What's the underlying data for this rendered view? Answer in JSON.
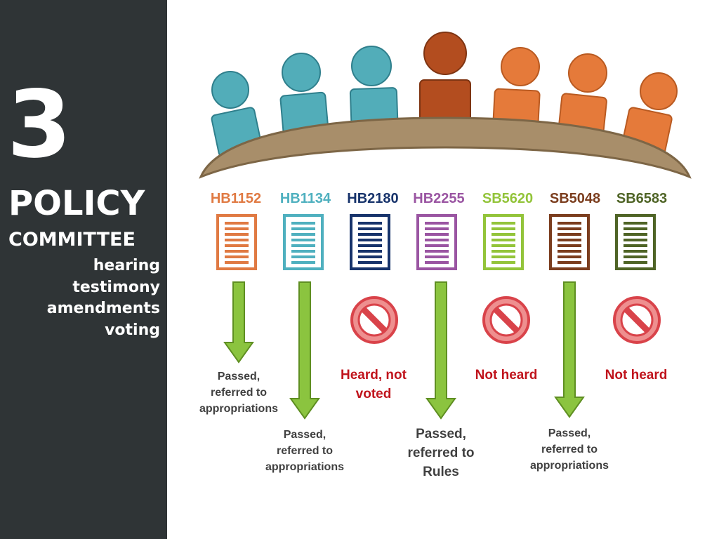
{
  "sidebar": {
    "step_number": "3",
    "title_line1": "POLICY",
    "title_line2": "COMMITTEE",
    "steps": [
      "hearing",
      "testimony",
      "amendments",
      "voting"
    ]
  },
  "bills": [
    {
      "id": "HB1152",
      "color": "#e07a43",
      "outcome": "Passed, referred to appropriations",
      "status": "passed"
    },
    {
      "id": "HB1134",
      "color": "#4fb0bf",
      "outcome": "Passed, referred to appropriations",
      "status": "passed"
    },
    {
      "id": "HB2180",
      "color": "#17336b",
      "outcome": "Heard, not voted",
      "status": "not-passed"
    },
    {
      "id": "HB2255",
      "color": "#9a55a2",
      "outcome": "Passed, referred to Rules",
      "status": "passed"
    },
    {
      "id": "SB5620",
      "color": "#93c43a",
      "outcome": "Not heard",
      "status": "not-heard"
    },
    {
      "id": "SB5048",
      "color": "#7b3d1e",
      "outcome": "Passed, referred to appropriations",
      "status": "passed"
    },
    {
      "id": "SB6583",
      "color": "#4f6426",
      "outcome": "Not heard",
      "status": "not-heard"
    }
  ],
  "outcome_lines": {
    "hb1152": [
      "Passed,",
      "referred to",
      "appropriations"
    ],
    "hb1134": [
      "Passed,",
      "referred to",
      "appropriations"
    ],
    "hb2180": [
      "Heard, not",
      "voted"
    ],
    "hb2255": [
      "Passed,",
      "referred to",
      "Rules"
    ],
    "sb5620": [
      "Not heard"
    ],
    "sb5048": [
      "Passed,",
      "referred to",
      "appropriations"
    ],
    "sb6583": [
      "Not heard"
    ]
  },
  "colors": {
    "sidebar_bg": "#2f3436",
    "arrow_green": "#8bc43f",
    "no_sign_red": "#d9434a",
    "no_sign_fill": "#ee8f8f",
    "outcome_red": "#c0141c",
    "table": "#a88e6a",
    "member_teal": "#52adb9",
    "member_orange": "#e57a3a",
    "chair": "#b34d1f"
  },
  "icons": {
    "committee_table": "committee-table-icon",
    "member": "person-icon",
    "document": "document-icon",
    "arrow": "down-arrow-icon",
    "no_sign": "prohibited-icon"
  }
}
